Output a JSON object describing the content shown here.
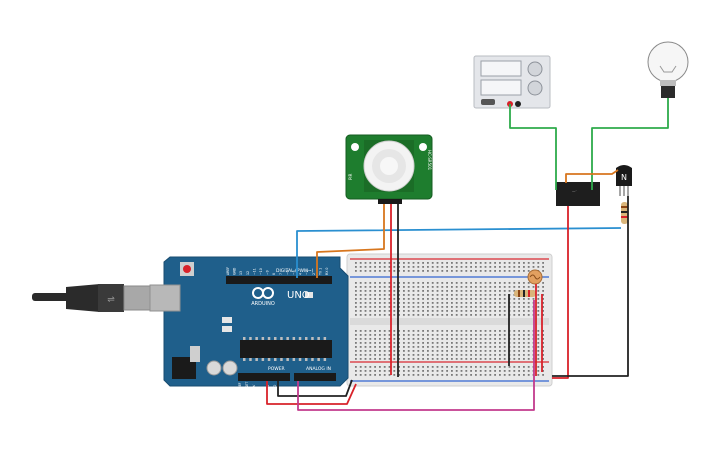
{
  "canvas": {
    "background": "#ffffff"
  },
  "arduino": {
    "brand_label": "ARDUINO",
    "model_label": "UNO",
    "digital_header": "DIGITAL (PWM~)",
    "power_header": "POWER",
    "analog_header": "ANALOG IN",
    "board_color": "#1f5f8b",
    "pin_labels_top": [
      "AREF",
      "GND",
      "13",
      "12",
      "~11",
      "~10",
      "~9",
      "8",
      "7",
      "~6",
      "~5",
      "4",
      "~3",
      "2",
      "TX 1",
      "RX 0"
    ],
    "pin_labels_power": [
      "IOREF",
      "RESET",
      "3.3V",
      "5V",
      "GND",
      "GND",
      "Vin"
    ],
    "pin_labels_analog": [
      "A0",
      "A1",
      "A2",
      "A3",
      "A4",
      "A5"
    ]
  },
  "pir_sensor": {
    "side_label_left": "PIR",
    "side_label_right": "HC-SR501",
    "pcb_color": "#1e7d2e"
  },
  "power_supply": {
    "body_color": "#e4e6ea"
  },
  "relay": {
    "body_color": "#1e1e1e"
  },
  "transistor": {
    "label": "N"
  },
  "wires": {
    "colors": {
      "orange": "#d7761e",
      "blue": "#2a8fd0",
      "green": "#2eab4b",
      "red": "#d8222a",
      "black": "#222222",
      "magenta": "#c23a8d",
      "gray": "#555555"
    }
  }
}
